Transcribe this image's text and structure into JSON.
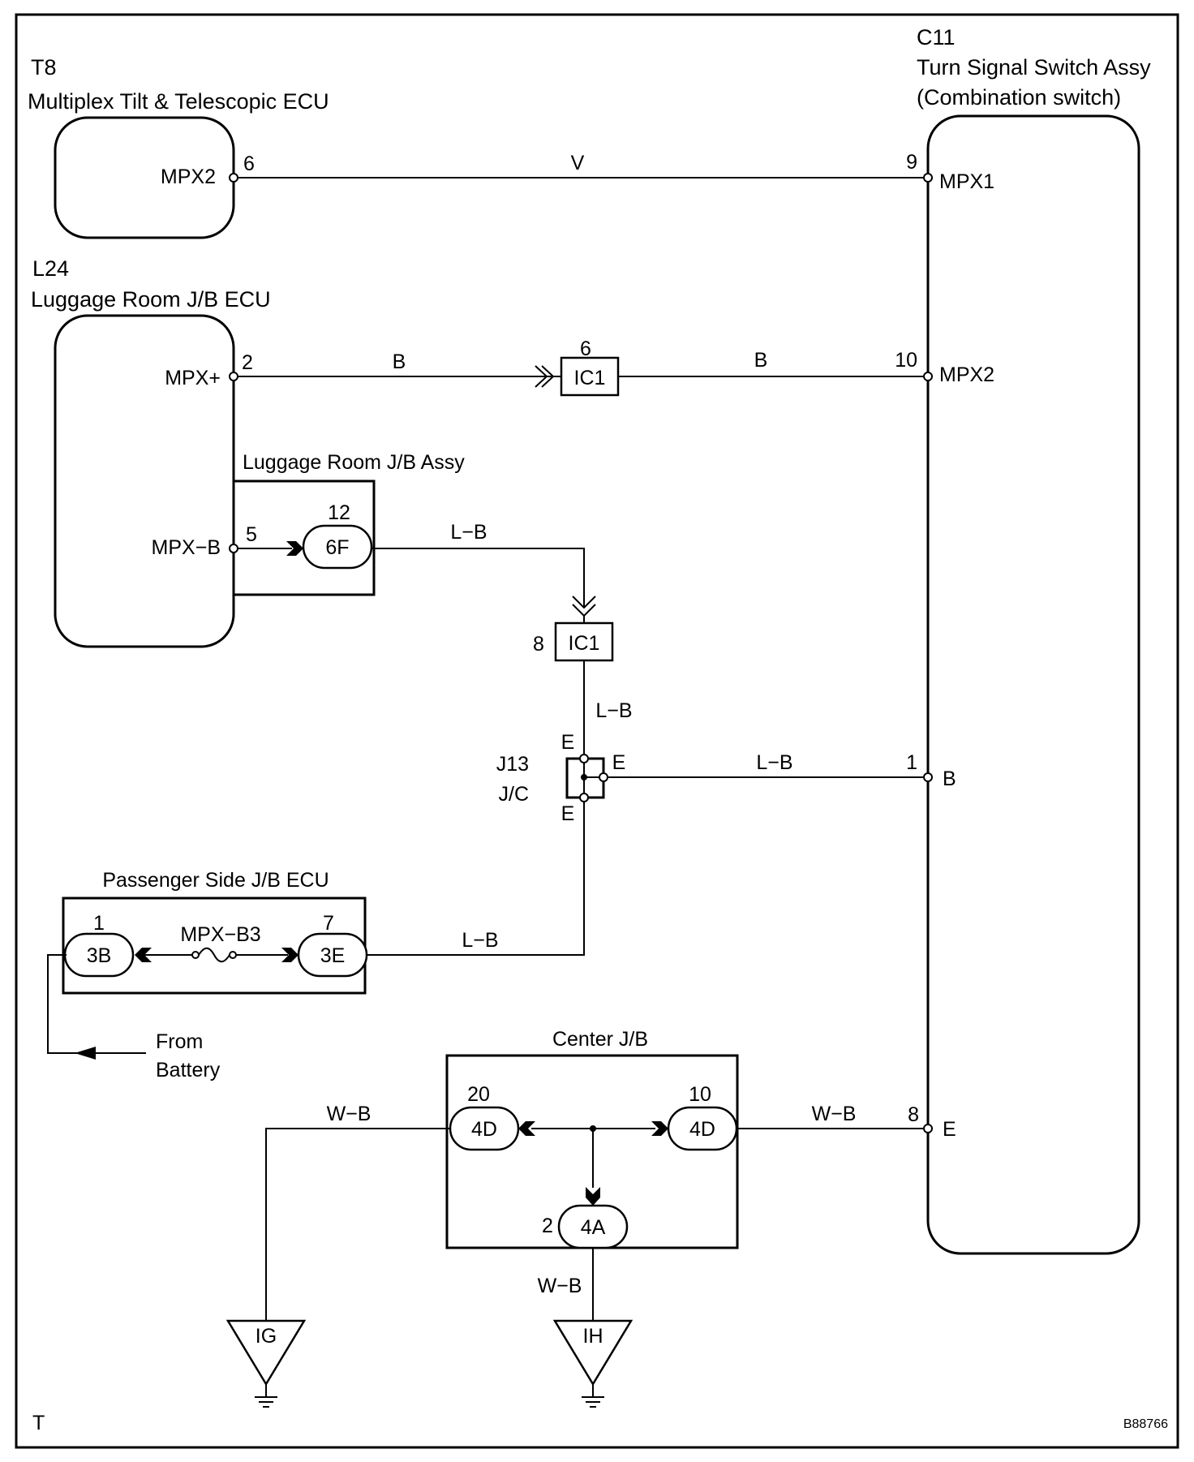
{
  "components": {
    "t8": {
      "code": "T8",
      "name": "Multiplex Tilt & Telescopic ECU",
      "pin_label": "MPX2",
      "pin_no": "6"
    },
    "c11": {
      "code": "C11",
      "name": "Turn Signal Switch Assy",
      "subname": "(Combination switch)",
      "pins": [
        {
          "no": "9",
          "label": "MPX1"
        },
        {
          "no": "10",
          "label": "MPX2"
        },
        {
          "no": "1",
          "label": "B"
        },
        {
          "no": "8",
          "label": "E"
        }
      ]
    },
    "l24": {
      "code": "L24",
      "name": "Luggage Room J/B ECU",
      "pins": [
        {
          "no": "2",
          "label": "MPX+"
        },
        {
          "no": "5",
          "label": "MPX−B"
        }
      ]
    },
    "luggage_jb_assy": {
      "name": "Luggage Room J/B Assy",
      "connector": "6F",
      "connector_pin": "12"
    },
    "ic1_top": {
      "name": "IC1",
      "pin": "6"
    },
    "ic1_mid": {
      "name": "IC1",
      "pin": "8"
    },
    "j13": {
      "code": "J13",
      "name": "J/C",
      "pin_top": "E",
      "pin_right": "E",
      "pin_bottom": "E"
    },
    "passenger_jb": {
      "name": "Passenger Side J/B ECU",
      "left_connector": "3B",
      "left_pin": "1",
      "fuse": "MPX−B3",
      "right_connector": "3E",
      "right_pin": "7"
    },
    "battery": {
      "line1": "From",
      "line2": "Battery"
    },
    "center_jb": {
      "name": "Center J/B",
      "left_connector": "4D",
      "left_pin": "20",
      "right_connector": "4D",
      "right_pin": "10",
      "bottom_connector": "4A",
      "bottom_pin": "2"
    },
    "ground_ig": {
      "name": "IG"
    },
    "ground_ih": {
      "name": "IH"
    }
  },
  "wires": {
    "t8_c11": "V",
    "l24_ic1": "B",
    "ic1_c11": "B",
    "jb6f_ic1": "L−B",
    "ic1_j13": "L−B",
    "j13_c11": "L−B",
    "j13_3e": "L−B",
    "ig_4d": "W−B",
    "4d_c11": "W−B",
    "4a_ih": "W−B"
  },
  "footer": {
    "left": "T",
    "code": "B88766"
  }
}
